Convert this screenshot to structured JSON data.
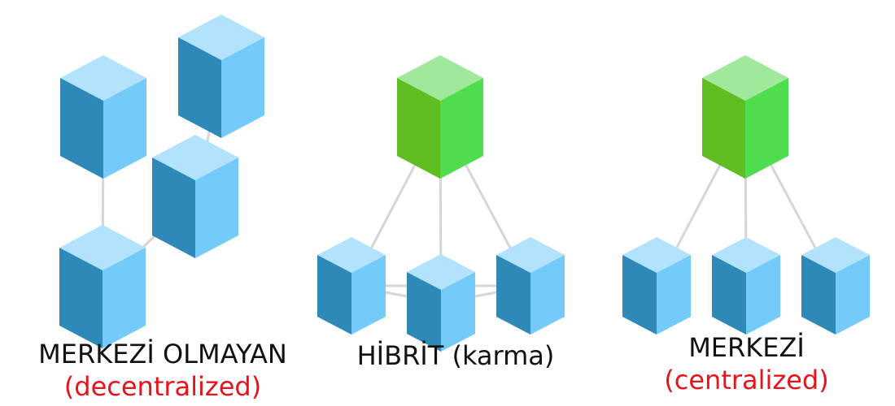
{
  "colors": {
    "blue_top": "#b3e3fc",
    "blue_left": "#2f89b8",
    "blue_right": "#74cbf9",
    "green_top": "#a0e99c",
    "green_left": "#5fbd22",
    "green_right": "#4fdd4f",
    "edge": "#d6d6d6",
    "sub_label": "#e8121a"
  },
  "panels": [
    {
      "id": "decentralized",
      "title": "MERKEZİ OLMAYAN",
      "subtitle": "(decentralized)"
    },
    {
      "id": "hybrid",
      "title": "HİBRİT (karma)",
      "subtitle": ""
    },
    {
      "id": "centralized",
      "title": "MERKEZİ",
      "subtitle": "(centralized)"
    }
  ]
}
